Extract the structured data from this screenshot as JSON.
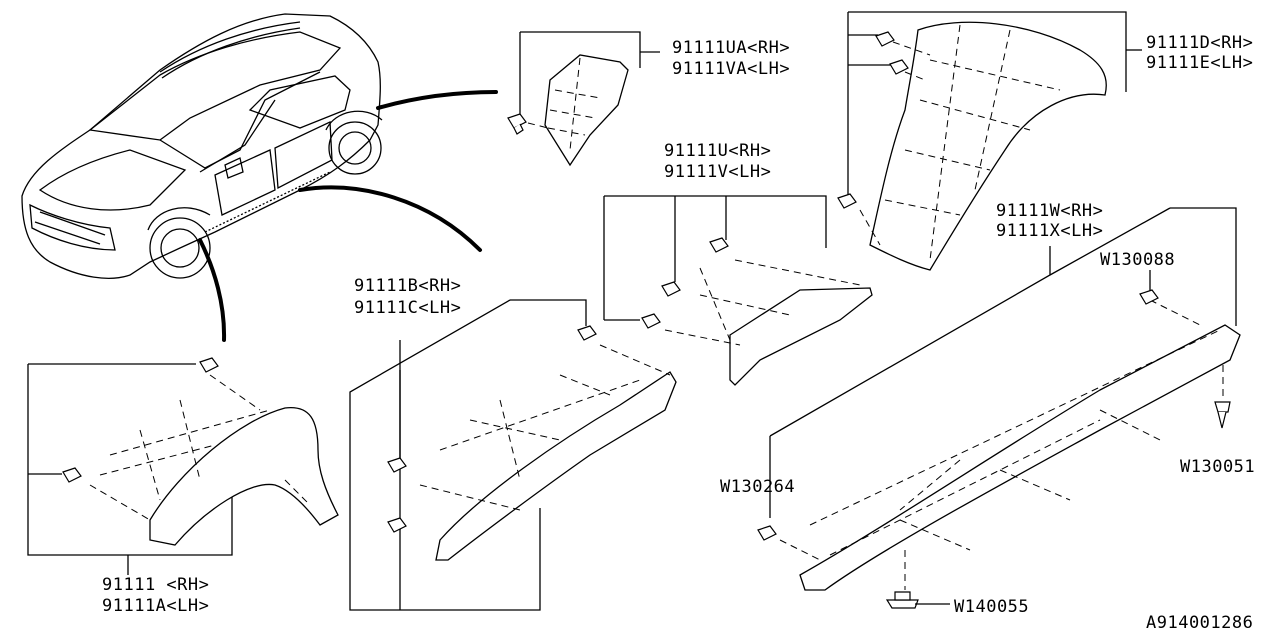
{
  "diagram": {
    "labels": {
      "rear_fender": {
        "rh": "91111UA<RH>",
        "lh": "91111VA<LH>"
      },
      "rear_wheel_arch": {
        "rh": "91111D<RH>",
        "lh": "91111E<LH>"
      },
      "rear_door_lower": {
        "rh": "91111U<RH>",
        "lh": "91111V<LH>"
      },
      "side_sill": {
        "rh": "91111W<RH>",
        "lh": "91111X<LH>"
      },
      "front_door_lower": {
        "rh": "91111B<RH>",
        "lh": "91111C<LH>"
      },
      "front_wheel_arch": {
        "rh": "91111 <RH>",
        "lh": "91111A<LH>"
      }
    },
    "fasteners": {
      "w130088": "W130088",
      "w130051": "W130051",
      "w130264": "W130264",
      "w140055": "W140055"
    },
    "diagram_id": "A914001286"
  }
}
